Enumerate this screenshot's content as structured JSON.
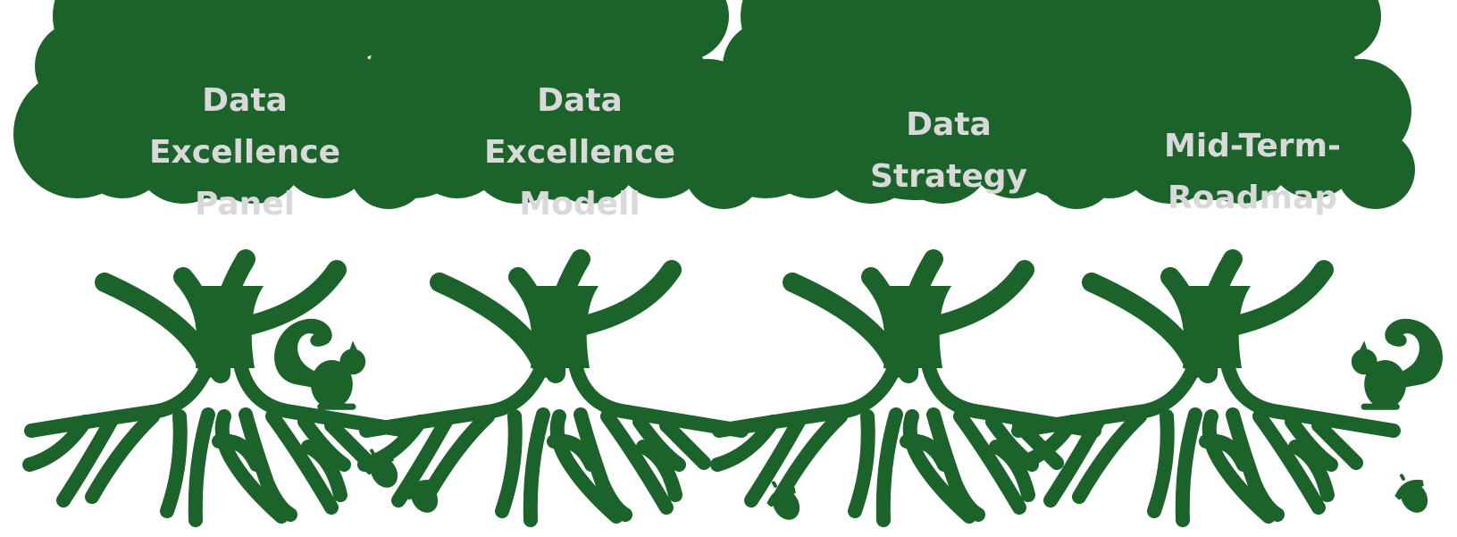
{
  "colors": {
    "tree": "#1b632b",
    "text": "#d9d9d9",
    "background": "#ffffff"
  },
  "trees": [
    {
      "lines": [
        "Data",
        "Excellence",
        "Panel"
      ]
    },
    {
      "lines": [
        "Data",
        "Excellence",
        "Modell"
      ]
    },
    {
      "lines": [
        "Data",
        "Strategy"
      ]
    },
    {
      "lines": [
        "Mid-Term-",
        "Roadmap"
      ]
    }
  ],
  "decorations": [
    {
      "icon": "squirrel-icon"
    },
    {
      "icon": "acorn-icon"
    },
    {
      "icon": "acorn-icon"
    },
    {
      "icon": "acorn-icon"
    },
    {
      "icon": "squirrel-icon"
    },
    {
      "icon": "acorn-icon"
    }
  ]
}
